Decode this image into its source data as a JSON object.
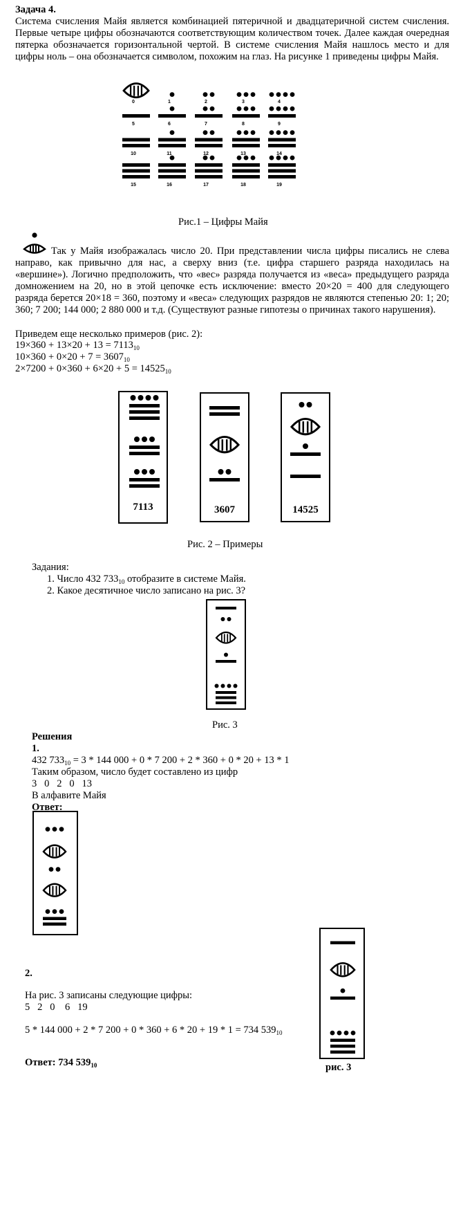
{
  "task": {
    "title": "Задача 4.",
    "intro": "Система счисления Майя является комбинацией пятеричной и двадцатеричной систем счисления. Первые четыре цифры обозначаются соответствующим количеством точек. Далее каждая очередная пятерка обозначается горизонтальной чертой. В системе счисления Майя нашлось место и для цифры ноль – она обозначается символом, похожим на глаз. На рисунке 1 приведены цифры Майя.",
    "fig1_caption": "Рис.1 – Цифры Майя",
    "fig1_labels": [
      "0",
      "1",
      "2",
      "3",
      "4",
      "5",
      "6",
      "7",
      "8",
      "9",
      "10",
      "11",
      "12",
      "13",
      "14",
      "15",
      "16",
      "17",
      "18",
      "19"
    ],
    "para2": "Так у Майя изображалась число 20. При представлении числа цифры писались не слева направо, как привычно для нас, а сверху вниз (т.е. цифра старшего разряда находилась на «вершине»).  Логично предположить, что «вес»  разряда получается из «веса» предыдущего разряда домножением на 20, но в этой цепочке есть исключение: вместо 20×20 = 400 для следующего разряда берется 20×18 = 360, поэтому и «веса» следующих разрядов не являются степенью 20: 1; 20; 360; 7 200; 144 000; 2 880 000 и т.д. (Существуют разные гипотезы о причинах такого нарушения).",
    "examples_intro": "Приведем еще несколько примеров (рис. 2):",
    "eq1": "19×360 + 13×20 + 13 = 7113",
    "eq2": "10×360 + 0×20 + 7 = 3607",
    "eq3": "2×7200 + 0×360 + 6×20 + 5 = 14525",
    "sub10": "10",
    "fig2_labels": [
      "7113",
      "3607",
      "14525"
    ],
    "fig2_caption": "Рис. 2 –  Примеры",
    "tasks_header": "Задания:",
    "task1_a": "1. Число 432 733",
    "task1_b": " отобразите в системе Майя.",
    "task2": "2. Какое десятичное число записано на рис. 3?",
    "fig3_caption": "Рис. 3"
  },
  "solution": {
    "header": "Решения",
    "n1": "1.",
    "eq_a": "432 733",
    "eq_b": " = 3 * 144 000 + 0 * 7 200 + 2 * 360 + 0 * 20 + 13 * 1",
    "line2": "Таким образом,  число будет составлено из цифр",
    "digits": "3   0   2   0   13",
    "line4": "В алфавите Майя",
    "answer_label": "Ответ:",
    "n2": "2.",
    "fig3_text": "На рис. 3 записаны следующие цифры:",
    "digits2": "5   2   0    6   19",
    "eq2": "5 * 144 000 + 2 * 7 200 + 0 * 360 + 6 * 20 + 19 * 1 = 734 539",
    "answer2": "Ответ: 734 539",
    "fig3_caption2": "рис. 3"
  }
}
